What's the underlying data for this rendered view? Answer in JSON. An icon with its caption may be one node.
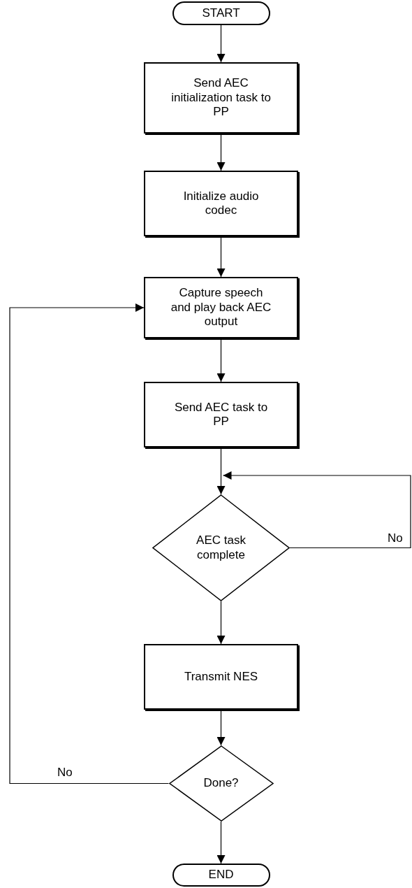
{
  "diagram": {
    "nodes": [
      {
        "text": [
          "START"
        ]
      },
      {
        "text": [
          "Send AEC initialization task to PP"
        ]
      },
      {
        "text": [
          "Initialize audio codec"
        ]
      },
      {
        "text": [
          "Capture speech and play back AEC output"
        ]
      },
      {
        "text": [
          "Send AEC task to PP"
        ]
      },
      {
        "text": [
          "AEC task complete"
        ]
      },
      {
        "text": [
          "Transmit NES"
        ]
      },
      {
        "text": [
          "Done?"
        ]
      },
      {
        "text": [
          "END"
        ]
      }
    ],
    "edges": [
      {
        "from": 0,
        "to": 1,
        "arrow": "to"
      },
      {
        "from": 1,
        "to": 2,
        "arrow": "to"
      },
      {
        "from": 2,
        "to": 3,
        "arrow": "to"
      },
      {
        "from": 3,
        "to": 4,
        "arrow": "to"
      },
      {
        "from": 4,
        "to": 5,
        "arrow": "to"
      },
      {
        "from": 5,
        "to": 5,
        "arrow": "to",
        "label": "No"
      },
      {
        "from": 5,
        "to": 6,
        "arrow": "to"
      },
      {
        "from": 6,
        "to": 7,
        "arrow": "to"
      },
      {
        "from": 7,
        "to": 8,
        "arrow": "to"
      },
      {
        "from": 7,
        "to": 3,
        "arrow": "to",
        "label": "No"
      }
    ]
  }
}
